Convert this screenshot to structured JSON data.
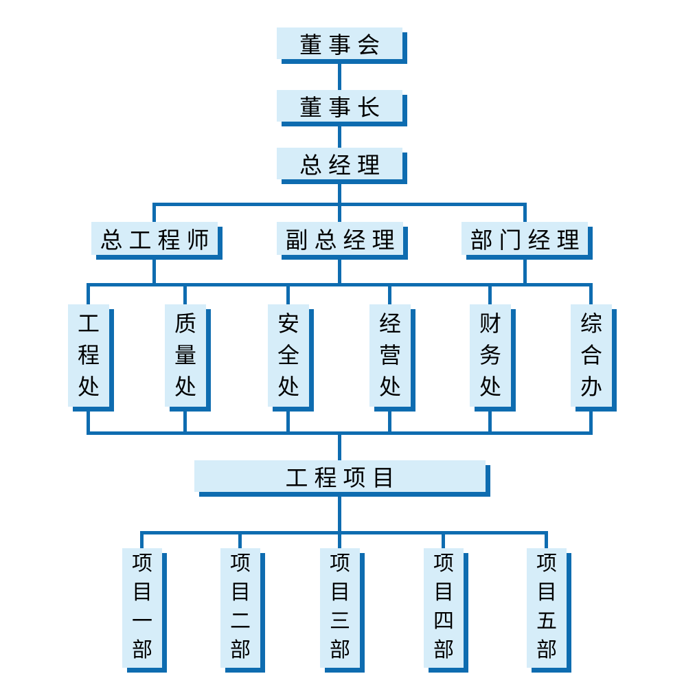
{
  "diagram": {
    "type": "org-chart",
    "nodes": {
      "board": {
        "label": "董事会"
      },
      "chairman": {
        "label": "董事长"
      },
      "general_manager": {
        "label": "总经理"
      },
      "managers": [
        {
          "label": "总工程师"
        },
        {
          "label": "副总经理"
        },
        {
          "label": "部门经理"
        }
      ],
      "departments": [
        {
          "label": "工程处"
        },
        {
          "label": "质量处"
        },
        {
          "label": "安全处"
        },
        {
          "label": "经营处"
        },
        {
          "label": "财务处"
        },
        {
          "label": "综合办"
        }
      ],
      "projects_hub": {
        "label": "工程项目"
      },
      "projects": [
        {
          "label": "项目一部"
        },
        {
          "label": "项目二部"
        },
        {
          "label": "项目三部"
        },
        {
          "label": "项目四部"
        },
        {
          "label": "项目五部"
        }
      ]
    }
  },
  "colors": {
    "line_color": "#0e6cb0",
    "box_fill": "#d6edf9",
    "text_color": "#000000",
    "bg_color": "#ffffff"
  }
}
